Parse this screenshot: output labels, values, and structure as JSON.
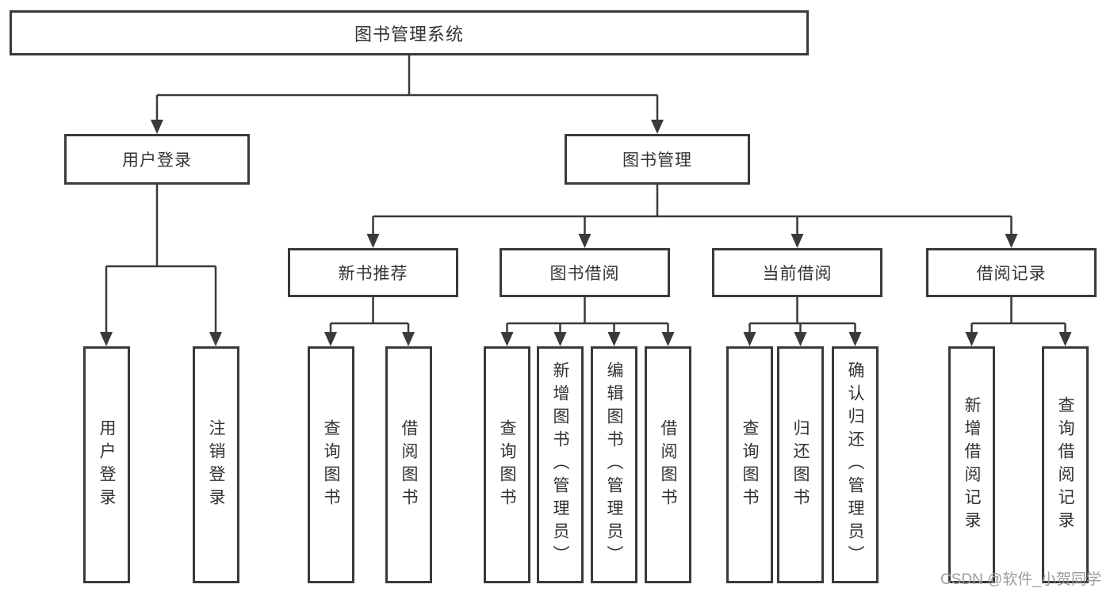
{
  "diagram": {
    "root": {
      "label": "图书管理系统"
    },
    "branches": [
      {
        "label": "用户登录",
        "children": [
          {
            "label": "用户登录"
          },
          {
            "label": "注销登录"
          }
        ]
      },
      {
        "label": "图书管理",
        "children": [
          {
            "label": "新书推荐",
            "children": [
              {
                "label": "查询图书"
              },
              {
                "label": "借阅图书"
              }
            ]
          },
          {
            "label": "图书借阅",
            "children": [
              {
                "label": "查询图书"
              },
              {
                "label": "新增图书（管理员）"
              },
              {
                "label": "编辑图书（管理员）"
              },
              {
                "label": "借阅图书"
              }
            ]
          },
          {
            "label": "当前借阅",
            "children": [
              {
                "label": "查询图书"
              },
              {
                "label": "归还图书"
              },
              {
                "label": "确认归还（管理员）"
              }
            ]
          },
          {
            "label": "借阅记录",
            "children": [
              {
                "label": "新增借阅记录"
              },
              {
                "label": "查询借阅记录"
              }
            ]
          }
        ]
      }
    ]
  },
  "watermark": {
    "text": "CSDN @软件_小贺同学"
  },
  "colors": {
    "line": "#3a3a3a",
    "box_border": "#3a3a3a",
    "text": "#333333",
    "watermark": "#9c9c9c",
    "background": "#ffffff"
  }
}
